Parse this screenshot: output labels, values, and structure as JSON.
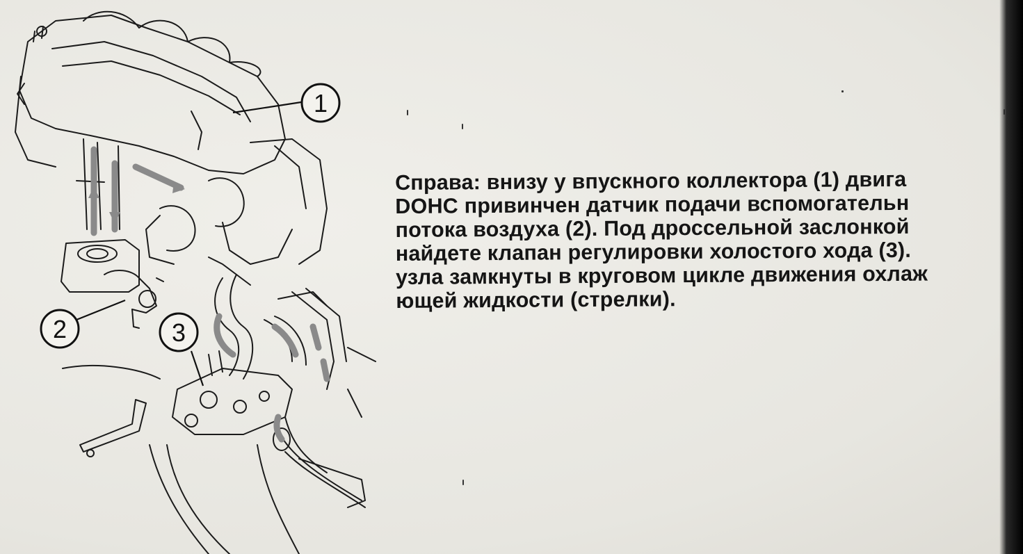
{
  "document": {
    "caption_lines": [
      "Справа: внизу у впускного коллектора (1) двига",
      "DOHC привинчен датчик подачи вспомогательн",
      "потока воздуха (2). Под дроссельной заслонкой",
      "найдете клапан регулировки холостого хода (3).",
      "узла замкнуты в круговом цикле движения охлаж",
      "ющей жидкости (стрелки)."
    ]
  },
  "callouts": [
    "1",
    "2",
    "3"
  ],
  "colors": {
    "paper": "#ecebe6",
    "ink": "#151515",
    "flow_arrows": "#8a8a8a"
  }
}
